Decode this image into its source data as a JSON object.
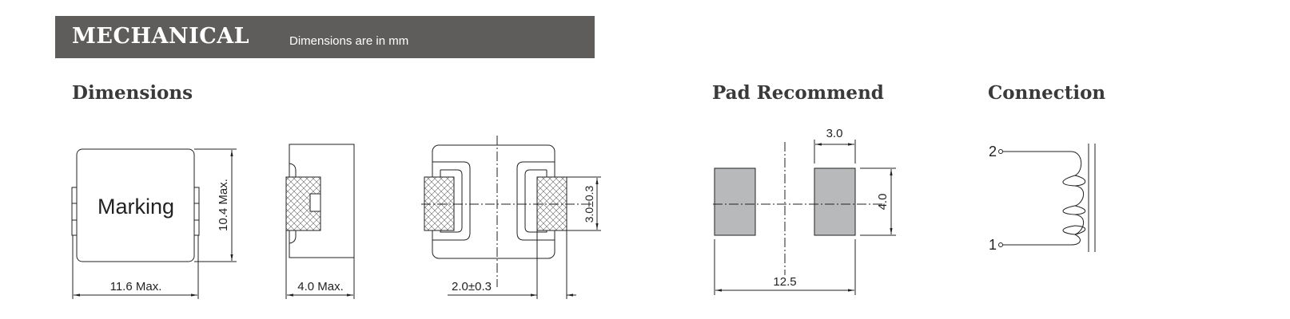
{
  "header": {
    "title": "MECHANICAL",
    "subtitle": "Dimensions are in mm",
    "color": "#5f5d5b"
  },
  "sections": {
    "dimensions": {
      "title": "Dimensions",
      "marking": "Marking",
      "height_label": "10.4 Max.",
      "width_label": "11.6 Max.",
      "depth_label": "4.0 Max.",
      "terminal_height_label": "3.0±0.3",
      "terminal_width_label": "2.0±0.3"
    },
    "pad": {
      "title": "Pad Recommend",
      "pad_width_label": "3.0",
      "pad_height_label": "4.0",
      "span_label": "12.5",
      "pad_color": "#b8b9bb"
    },
    "connection": {
      "title": "Connection",
      "pin2": "2",
      "pin1": "1"
    }
  }
}
